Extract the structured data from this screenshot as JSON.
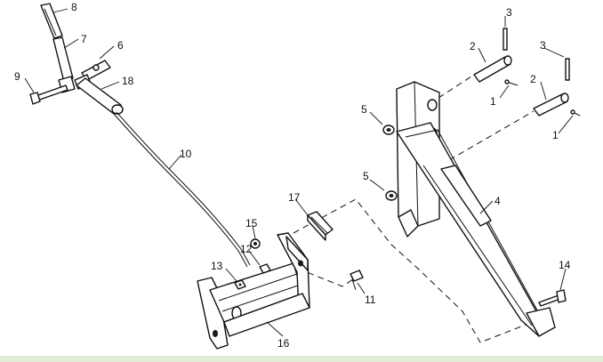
{
  "diagram": {
    "callouts": {
      "c1a": "1",
      "c1b": "1",
      "c2a": "2",
      "c2b": "2",
      "c3a": "3",
      "c3b": "3",
      "c4": "4",
      "c5a": "5",
      "c5b": "5",
      "c6": "6",
      "c7": "7",
      "c8": "8",
      "c9": "9",
      "c10": "10",
      "c11": "11",
      "c12": "12",
      "c13": "13",
      "c14": "14",
      "c15": "15",
      "c16": "16",
      "c17": "17",
      "c18": "18"
    }
  }
}
